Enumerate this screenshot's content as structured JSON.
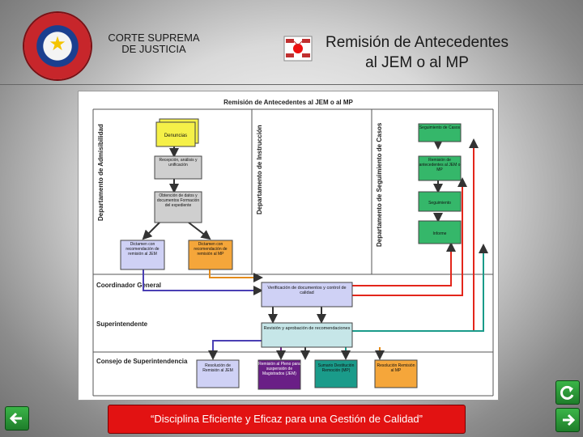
{
  "header": {
    "court_line1": "CORTE SUPREMA",
    "court_line2": "DE JUSTICIA",
    "title_line1": "Remisión de Antecedentes",
    "title_line2": "al JEM o al MP"
  },
  "diagram": {
    "title": "Remisión de Antecedentes al JEM o al MP",
    "lanes": {
      "admisibilidad": "Departamento de Admisibilidad",
      "instruccion": "Departamento de Instrucción",
      "seguimiento": "Departamento de Seguimiento de Casos",
      "coordinador": "Coordinador General",
      "superintendente": "Superintendente",
      "consejo": "Consejo de Superintendencia"
    },
    "boxes": {
      "denuncias": "Denuncias",
      "recepcion": "Recepción, análisis y unificación",
      "obtencion": "Obtención de datos y documentos Formación del expediente",
      "dictamen_azul": "Dictamen con recomendación de remisión al JEM",
      "dictamen_naranja": "Dictamen con recomendación de remisión al MP",
      "verificacion": "Verificación de documentos y control de calidad",
      "revision": "Revisión y aprobación de recomendaciones",
      "seg_casos": "Seguimiento de Casos",
      "remision_antecedentes": "Remisión de antecedentes al JEM o MP",
      "seguimiento": "Seguimiento",
      "informe": "Informe",
      "res_jem": "Resolución de Remisión al JEM",
      "res_pleno": "Remisión al Pleno para suspensión de Magistrados (JEM)",
      "res_sumario": "Sumario Destitución Remoción (MP)",
      "res_mp": "Resolución Remisión al MP"
    }
  },
  "footer": {
    "motto": "“Disciplina Eficiente y Eficaz para una Gestión de Calidad”"
  },
  "colors": {
    "motto_bg": "#e21212",
    "nav_green": "#2f9e3c"
  },
  "icons": {
    "back": "arrow-left-icon",
    "forward": "arrow-right-icon",
    "return": "return-icon"
  }
}
